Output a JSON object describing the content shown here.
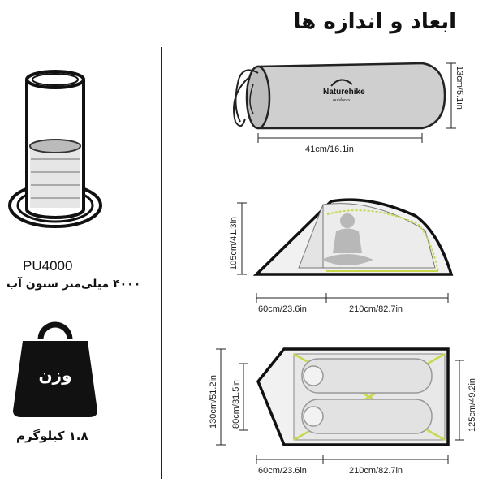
{
  "title": "ابعاد و اندازه ها",
  "brand": {
    "name": "Naturehike",
    "tagline": "outdoors"
  },
  "waterproof": {
    "rating": "PU4000",
    "caption": "۴۰۰۰ میلی‌متر ستون آب",
    "icon": "water-column-icon"
  },
  "weight": {
    "word": "وزن",
    "value": "۱.۸ کیلوگرم",
    "icon": "weight-icon"
  },
  "packed": {
    "length": "41cm/16.1in",
    "diameter": "13cm/5.1in"
  },
  "side": {
    "height": "105cm/41.3in",
    "vestibule": "60cm/23.6in",
    "length": "210cm/82.7in"
  },
  "top": {
    "outer_width": "130cm/51.2in",
    "inner_width_left": "80cm/31.5in",
    "inner_width_right": "125cm/49.2in",
    "vestibule": "60cm/23.6in",
    "length": "210cm/82.7in"
  }
}
